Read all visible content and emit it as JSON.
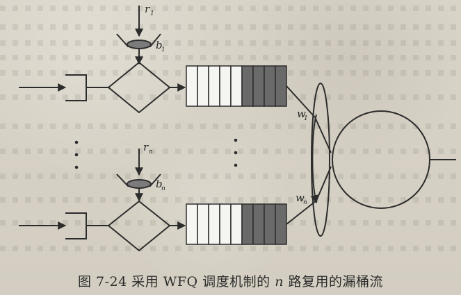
{
  "figure": {
    "caption_number": "图 7-24",
    "caption_prefix": "采用 WFQ 调度机制的",
    "caption_variable": "n",
    "caption_suffix": "路复用的漏桶流"
  },
  "flow_top": {
    "rate_main": "r",
    "rate_sub": "1",
    "bucket_main": "b",
    "bucket_sub": "1",
    "weight_main": "w",
    "weight_sub": "1"
  },
  "flow_bottom": {
    "rate_main": "r",
    "rate_sub": "n",
    "bucket_main": "b",
    "bucket_sub": "n",
    "weight_main": "w",
    "weight_sub": "n"
  },
  "colors": {
    "line": "#2c2c2c",
    "queue_empty": "#f5f5f2",
    "queue_filled": "#6a6a6a",
    "bucket_fill": "#7b7b7b",
    "paper": "#d6d1c4"
  }
}
